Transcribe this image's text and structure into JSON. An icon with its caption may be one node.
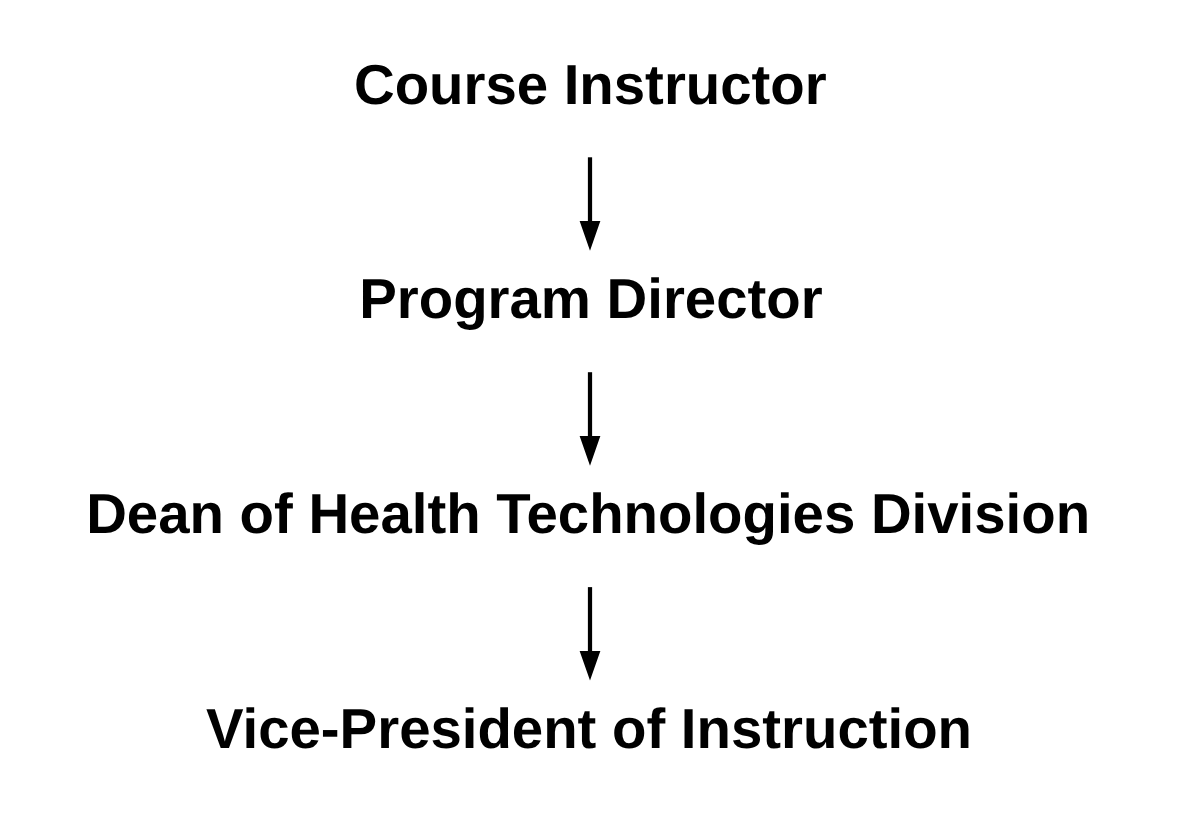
{
  "diagram": {
    "nodes": [
      {
        "text": [
          "Course Instructor"
        ]
      },
      {
        "text": [
          "Program Director"
        ]
      },
      {
        "text": [
          "Dean of Health Technologies Division"
        ]
      },
      {
        "text": [
          "Vice-President of Instruction"
        ]
      }
    ],
    "edges": [
      {
        "from": 0,
        "to": 1,
        "arrow": "to"
      },
      {
        "from": 1,
        "to": 2,
        "arrow": "to"
      },
      {
        "from": 2,
        "to": 3,
        "arrow": "to"
      }
    ]
  }
}
